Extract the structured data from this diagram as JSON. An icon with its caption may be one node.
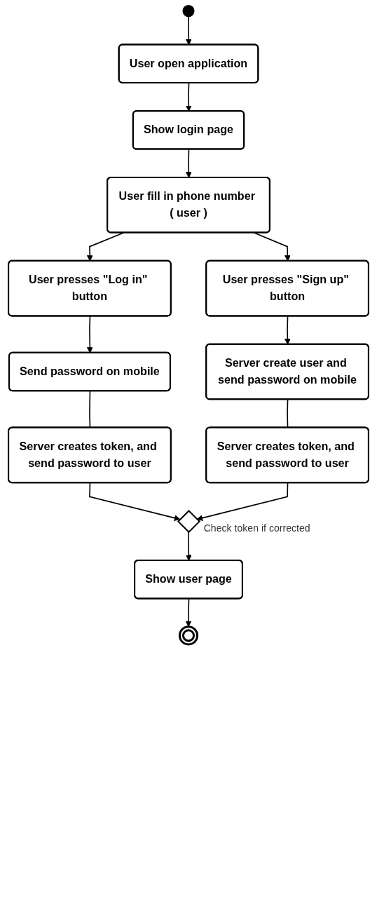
{
  "diagram": {
    "nodes": [
      {
        "text": [],
        "shape": "circle"
      },
      {
        "text": [
          "User open application"
        ]
      },
      {
        "text": [
          "Show login page"
        ]
      },
      {
        "text": [
          "User fill in phone number ( user )"
        ]
      },
      {
        "text": [
          "User presses \"Log in\" button"
        ]
      },
      {
        "text": [
          "User presses \"Sign up\" button"
        ]
      },
      {
        "text": [
          "Send password on mobile"
        ]
      },
      {
        "text": [
          "Server create user and send password on mobile"
        ]
      },
      {
        "text": [
          "Server creates token, and send password to user"
        ]
      },
      {
        "text": [
          "Server creates token, and send password to user"
        ]
      },
      {
        "text": [],
        "shape": "diamond",
        "beside": [
          "Check token if corrected"
        ]
      },
      {
        "text": [
          "Show user page"
        ]
      },
      {
        "text": [],
        "shape": "circle"
      }
    ],
    "edges": [
      {
        "from": 0,
        "to": 1,
        "arrow": "to"
      },
      {
        "from": 1,
        "to": 2,
        "arrow": "to"
      },
      {
        "from": 2,
        "to": 3,
        "arrow": "to"
      },
      {
        "from": 3,
        "to": 4,
        "arrow": "to"
      },
      {
        "from": 3,
        "to": 5,
        "arrow": "to"
      },
      {
        "from": 4,
        "to": 6,
        "arrow": "to"
      },
      {
        "from": 5,
        "to": 7,
        "arrow": "to"
      },
      {
        "from": 6,
        "to": 8,
        "arrow": "none"
      },
      {
        "from": 7,
        "to": 9,
        "arrow": "none"
      },
      {
        "from": 8,
        "to": 10,
        "arrow": "to"
      },
      {
        "from": 9,
        "to": 10,
        "arrow": "to"
      },
      {
        "from": 10,
        "to": 11,
        "arrow": "to"
      },
      {
        "from": 11,
        "to": 12,
        "arrow": "to"
      }
    ]
  }
}
